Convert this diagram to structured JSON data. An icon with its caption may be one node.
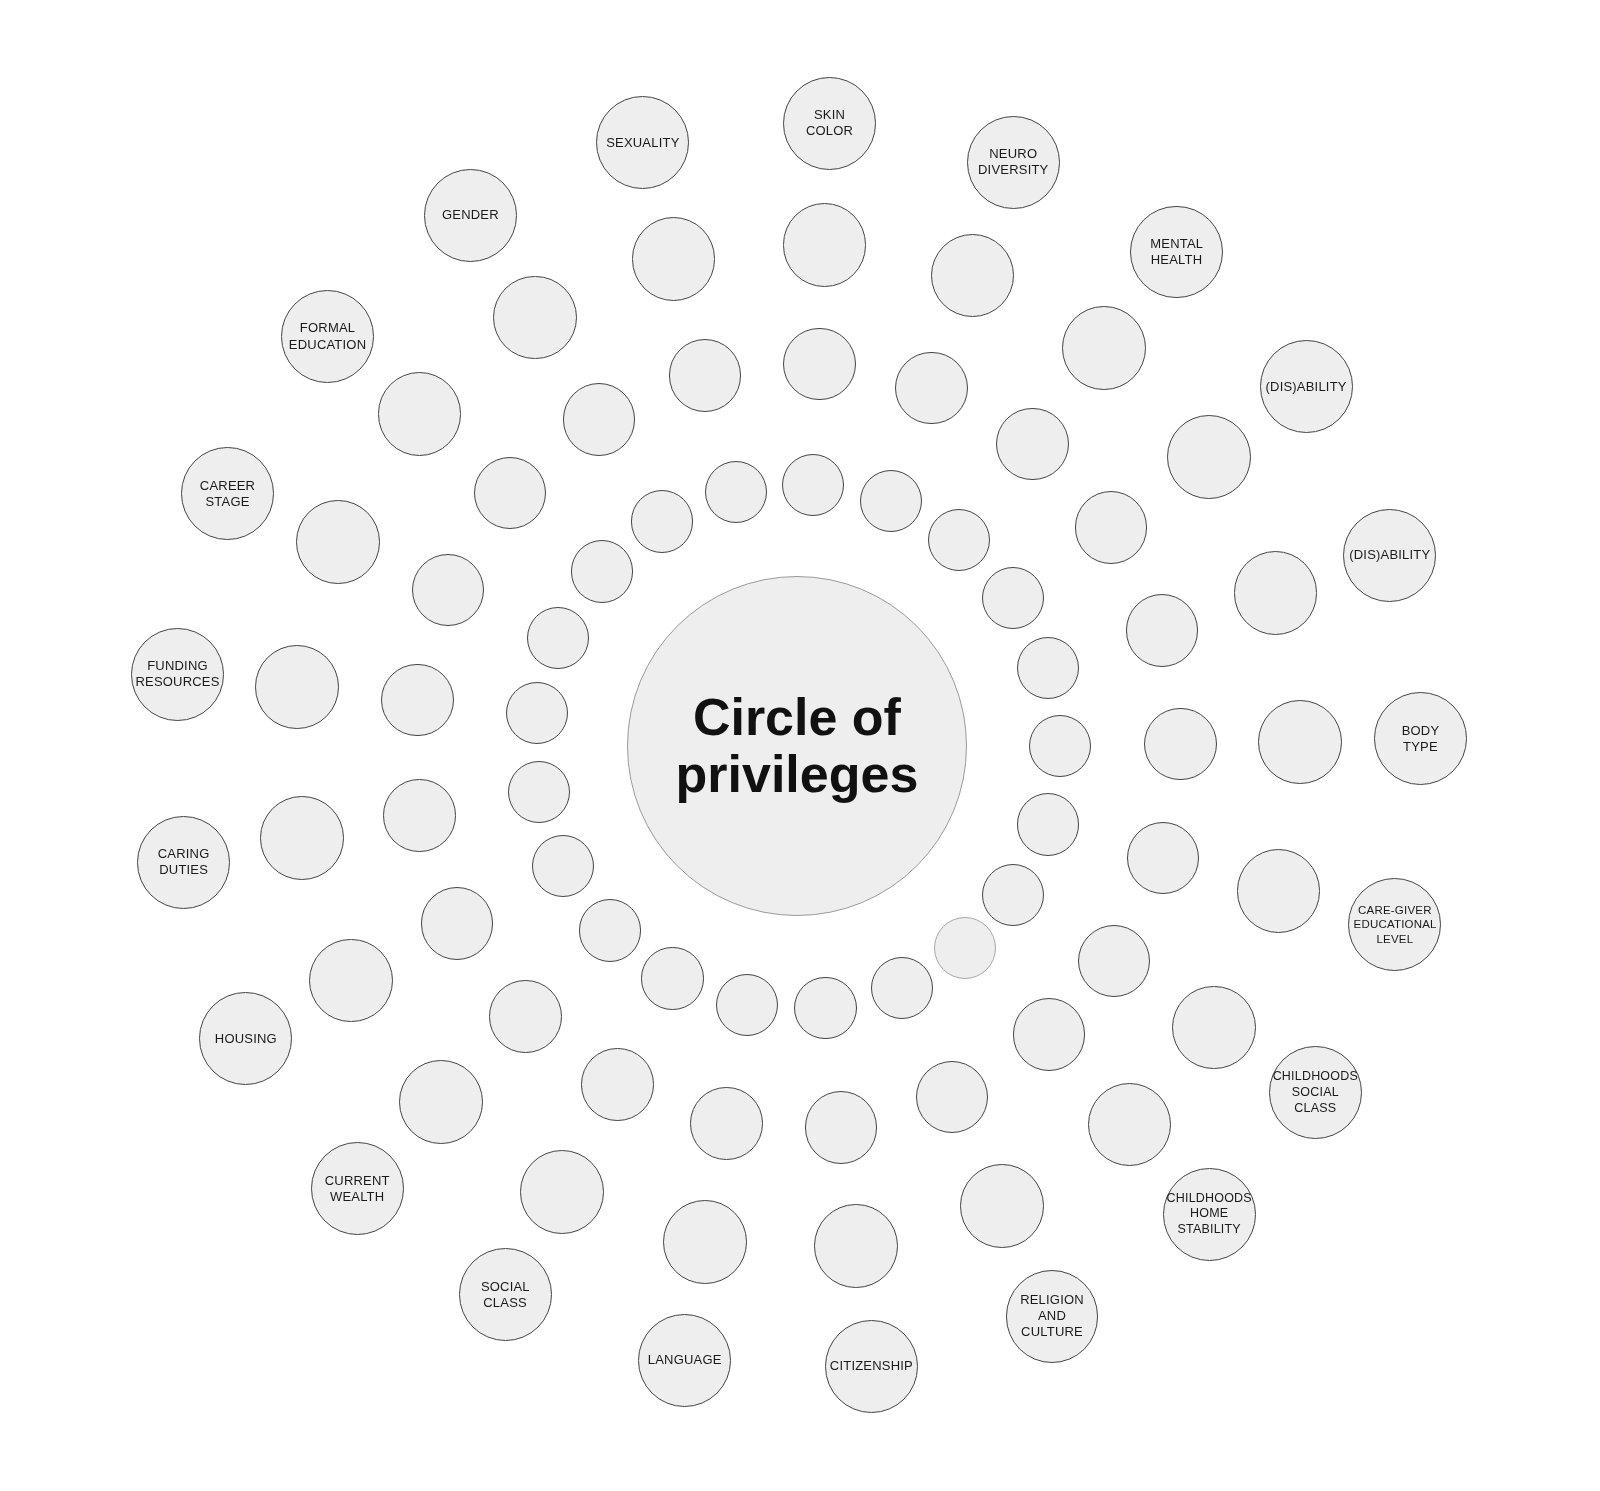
{
  "diagram": {
    "nodes": [
      {
        "text": [
          "Circle of privileges"
        ]
      },
      {
        "text": [
          "SKIN COLOR"
        ]
      },
      {
        "text": [
          "NEURO DIVERSITY"
        ]
      },
      {
        "text": [
          "MENTAL HEALTH"
        ]
      },
      {
        "text": [
          "(DIS)ABILITY"
        ]
      },
      {
        "text": [
          "(DIS)ABILITY"
        ]
      },
      {
        "text": [
          "BODY TYPE"
        ]
      },
      {
        "text": [
          "CARE-GIVER EDUCATIONAL LEVEL"
        ]
      },
      {
        "text": [
          "CHILDHOODS SOCIAL CLASS"
        ]
      },
      {
        "text": [
          "CHILDHOODS HOME STABILITY"
        ]
      },
      {
        "text": [
          "RELIGION AND CULTURE"
        ]
      },
      {
        "text": [
          "CITIZENSHIP"
        ]
      },
      {
        "text": [
          "LANGUAGE"
        ]
      },
      {
        "text": [
          "SOCIAL CLASS"
        ]
      },
      {
        "text": [
          "CURRENT WEALTH"
        ]
      },
      {
        "text": [
          "HOUSING"
        ]
      },
      {
        "text": [
          "CARING DUTIES"
        ]
      },
      {
        "text": [
          "FUNDING RESOURCES"
        ]
      },
      {
        "text": [
          "CAREER STAGE"
        ]
      },
      {
        "text": [
          "FORMAL EDUCATION"
        ]
      },
      {
        "text": [
          "GENDER"
        ]
      },
      {
        "text": [
          "SEXUALITY"
        ]
      },
      {
        "text": [],
        "shape": "circle"
      },
      {
        "text": [],
        "shape": "circle"
      },
      {
        "text": [],
        "shape": "circle"
      },
      {
        "text": [],
        "shape": "circle"
      },
      {
        "text": [],
        "shape": "circle"
      },
      {
        "text": [],
        "shape": "circle"
      },
      {
        "text": [],
        "shape": "circle"
      },
      {
        "text": [],
        "shape": "circle"
      },
      {
        "text": [],
        "shape": "circle"
      },
      {
        "text": [],
        "shape": "circle"
      },
      {
        "text": [],
        "shape": "circle"
      },
      {
        "text": [],
        "shape": "circle"
      },
      {
        "text": [],
        "shape": "circle"
      },
      {
        "text": [],
        "shape": "circle"
      },
      {
        "text": [],
        "shape": "circle"
      },
      {
        "text": [],
        "shape": "circle"
      },
      {
        "text": [],
        "shape": "circle"
      },
      {
        "text": [],
        "shape": "circle"
      },
      {
        "text": [],
        "shape": "circle"
      },
      {
        "text": [],
        "shape": "circle"
      },
      {
        "text": [],
        "shape": "circle"
      },
      {
        "text": [],
        "shape": "circle"
      },
      {
        "text": [],
        "shape": "circle"
      },
      {
        "text": [],
        "shape": "circle"
      },
      {
        "text": [],
        "shape": "circle"
      },
      {
        "text": [],
        "shape": "circle"
      },
      {
        "text": [],
        "shape": "circle"
      },
      {
        "text": [],
        "shape": "circle"
      },
      {
        "text": [],
        "shape": "circle"
      },
      {
        "text": [],
        "shape": "circle"
      },
      {
        "text": [],
        "shape": "circle"
      },
      {
        "text": [],
        "shape": "circle"
      },
      {
        "text": [],
        "shape": "circle"
      },
      {
        "text": [],
        "shape": "circle"
      },
      {
        "text": [],
        "shape": "circle"
      },
      {
        "text": [],
        "shape": "circle"
      },
      {
        "text": [],
        "shape": "circle"
      },
      {
        "text": [],
        "shape": "circle"
      },
      {
        "text": [],
        "shape": "circle"
      },
      {
        "text": [],
        "shape": "circle"
      },
      {
        "text": [],
        "shape": "circle"
      },
      {
        "text": [],
        "shape": "circle"
      },
      {
        "text": [],
        "shape": "circle"
      },
      {
        "text": [],
        "shape": "circle"
      },
      {
        "text": [],
        "shape": "circle"
      },
      {
        "text": [],
        "shape": "circle"
      },
      {
        "text": [],
        "shape": "circle"
      },
      {
        "text": [],
        "shape": "circle"
      },
      {
        "text": [],
        "shape": "circle"
      },
      {
        "text": [],
        "shape": "circle"
      },
      {
        "text": [],
        "shape": "circle"
      },
      {
        "text": [],
        "shape": "circle"
      },
      {
        "text": [],
        "shape": "circle"
      },
      {
        "text": [],
        "shape": "circle"
      },
      {
        "text": [],
        "shape": "circle"
      },
      {
        "text": [],
        "shape": "circle"
      },
      {
        "text": [],
        "shape": "circle"
      },
      {
        "text": [],
        "shape": "circle"
      },
      {
        "text": [],
        "shape": "circle"
      },
      {
        "text": [],
        "shape": "circle"
      },
      {
        "text": [],
        "shape": "circle"
      },
      {
        "text": [],
        "shape": "circle"
      },
      {
        "text": [],
        "shape": "circle"
      }
    ]
  }
}
